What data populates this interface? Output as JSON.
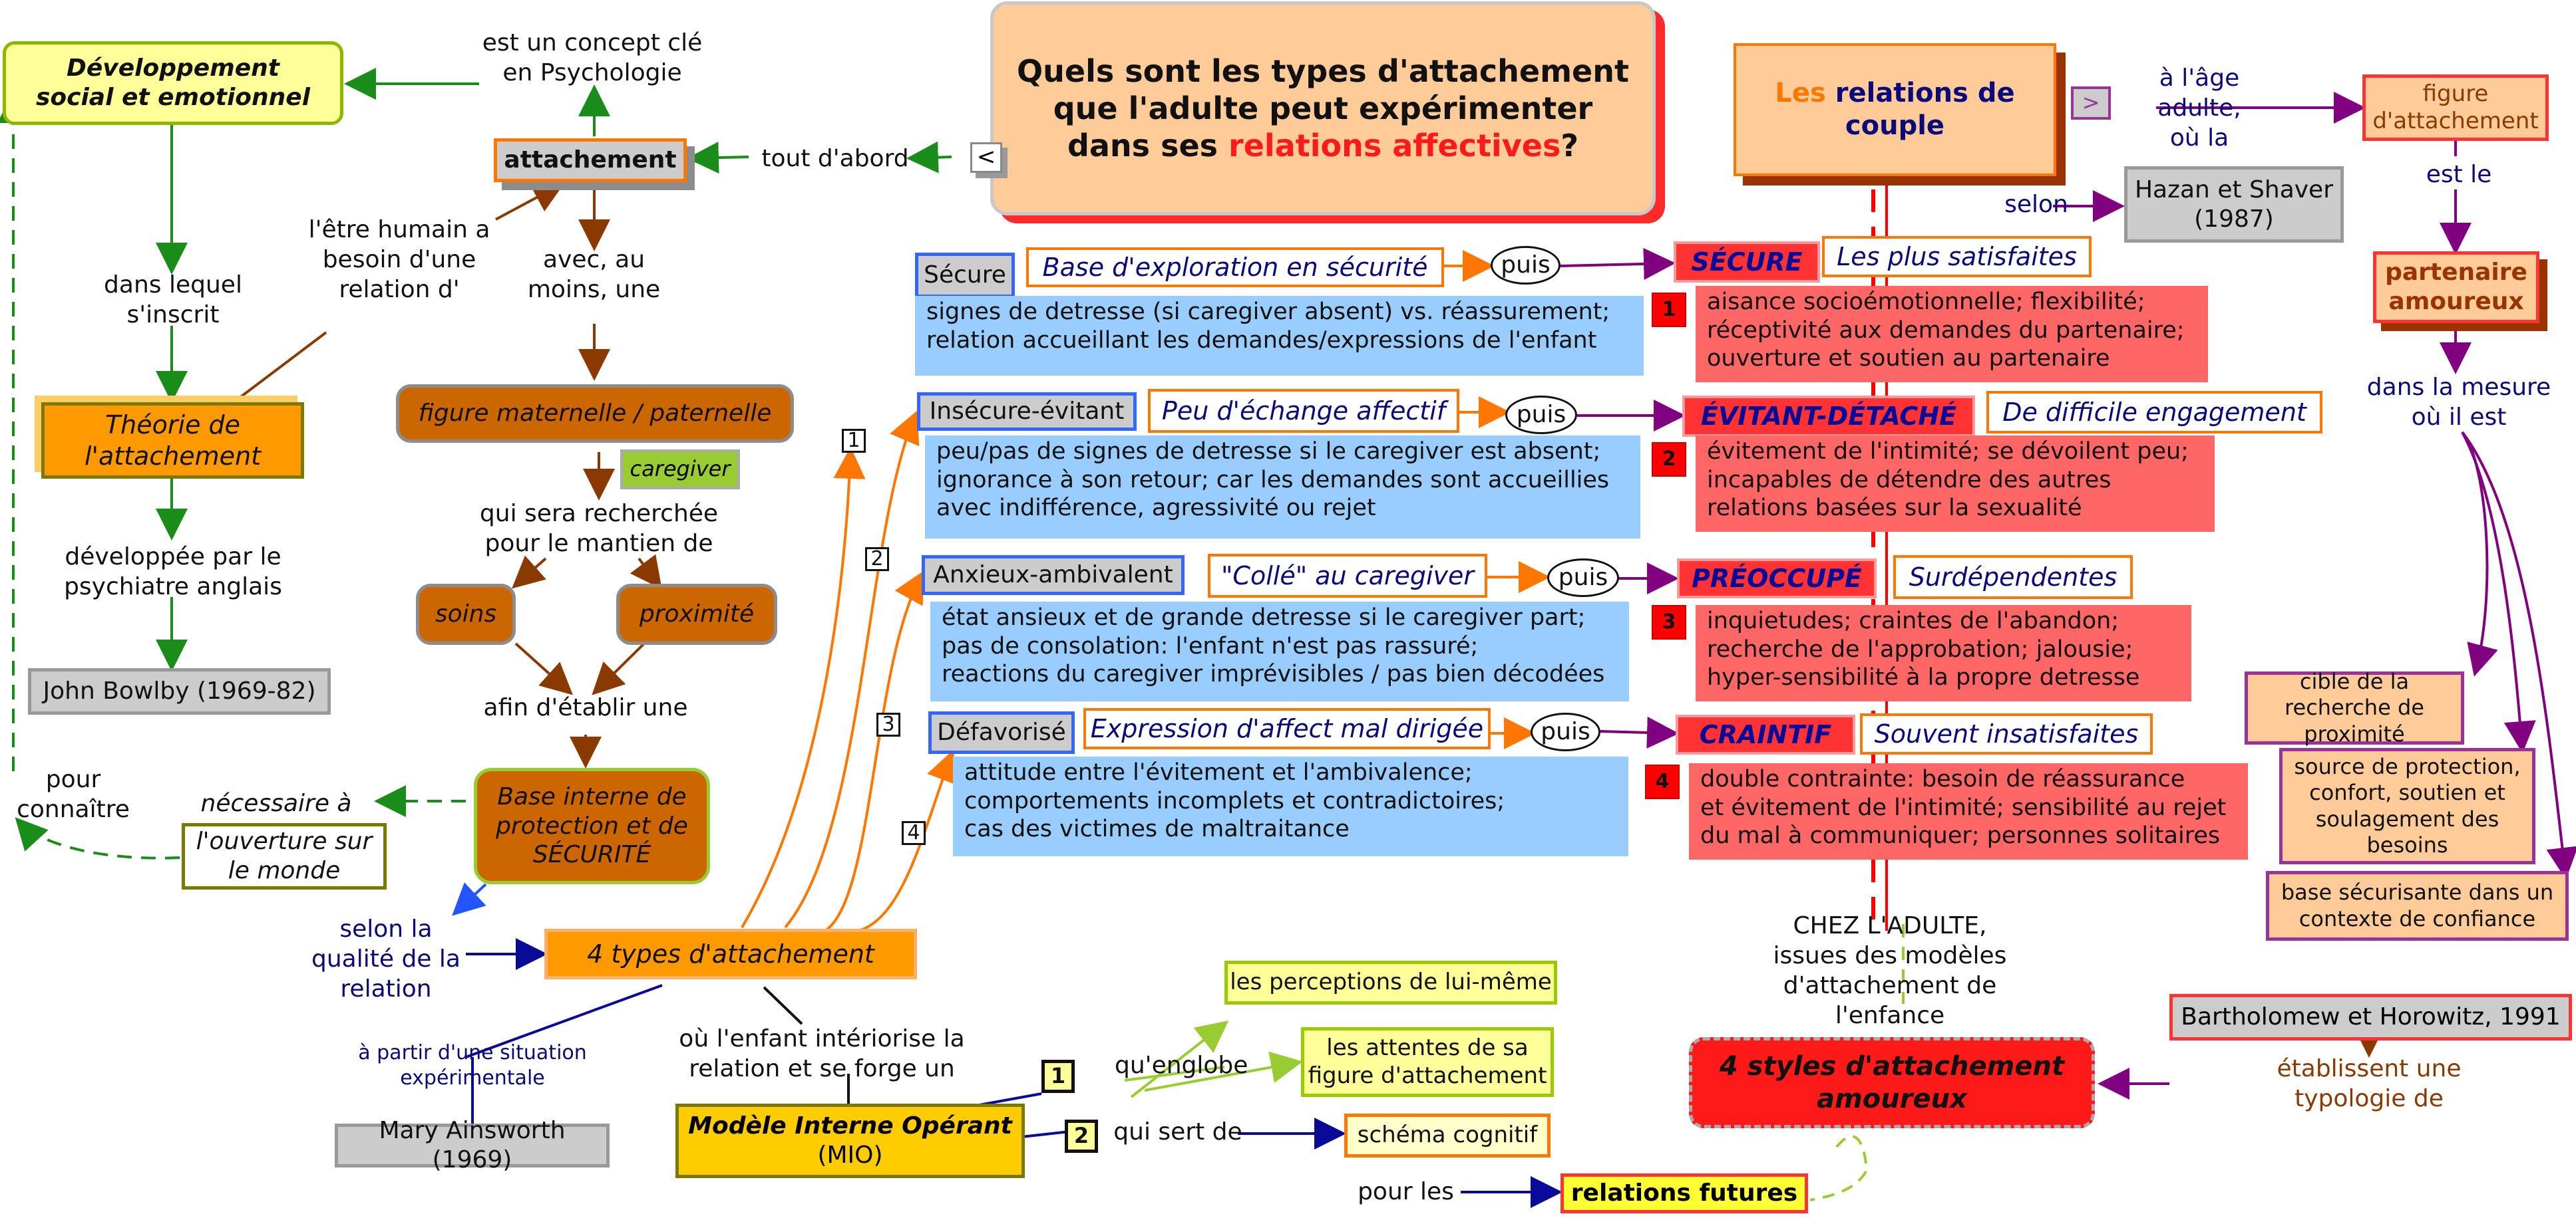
{
  "title": {
    "line1": "Quels sont les types d'attachement",
    "line2": "que l'adulte peut expérimenter",
    "line3a": "dans ses ",
    "line3b": "relations affectives",
    "line3c": "?"
  },
  "nodes": {
    "dev_social": "Développement social et emotionnel",
    "concept_cle": "est un concept clé en Psychologie",
    "attachement": "attachement",
    "tout_dabord": "tout d'abord",
    "lt_sign": "<",
    "etre_humain": "l'être humain a besoin d'une relation d'",
    "dans_lequel": "dans lequel s'inscrit",
    "theorie": "Théorie de l'attachement",
    "developpee": "développée par le psychiatre anglais",
    "bowlby": "John Bowlby (1969-82)",
    "avec_moins": "avec, au moins, une",
    "figure_mat": "figure maternelle / paternelle",
    "caregiver": "caregiver",
    "recherchee": "qui sera recherchée pour le mantien de",
    "soins": "soins",
    "proximite": "proximité",
    "afin": "afin d'établir une",
    "base_interne": "Base interne de protection et de SÉCURITÉ",
    "necessaire": "nécessaire à",
    "ouverture": "l'ouverture sur le monde",
    "pour_connaitre": "pour connaître",
    "selon_qualite": "selon la qualité de la relation",
    "quatre_types": "4 types d'attachement",
    "situation_exp": "à partir d'une situation expérimentale",
    "ainsworth": "Mary Ainsworth (1969)",
    "enfant_interiorise": "où l'enfant intériorise la relation et se forge un",
    "mio_a": "Modèle Interne Opérant",
    "mio_b": "(MIO)",
    "perceptions": "les perceptions de lui-même",
    "attentes": "les attentes de sa figure d'attachement",
    "quenglobe": "qu'englobe",
    "qui_sert": "qui sert de",
    "schema": "schéma cognitif",
    "pour_les": "pour les",
    "relations_futures": "relations futures",
    "relations_couple_a": "Les ",
    "relations_couple_b": "relations de couple",
    "gt_sign": ">",
    "age_adulte": "à l'âge adulte, où la",
    "figure_att": "figure d'attachement",
    "est_le": "est le",
    "partenaire": "partenaire amoureux",
    "selon": "selon",
    "hazan": "Hazan et Shaver (1987)",
    "dans_mesure": "dans la mesure où il est",
    "cible": "cible de la recherche de proximité",
    "source": "source de protection, confort, soutien et soulagement des besoins",
    "base_sec": "base sécurisante dans un contexte de confiance",
    "chez_adulte": "CHEZ L'ADULTE, issues des modèles d'attachement de l'enfance",
    "quatre_styles": "4 styles d'attachement amoureux",
    "bartholomew": "Bartholomew et Horowitz, 1991",
    "etablissent": "établissent une typologie de",
    "puis": "puis"
  },
  "types": [
    {
      "num": "1",
      "name": "Sécure",
      "desc": "Base d'exploration en sécurité",
      "info": [
        "signes de detresse (si caregiver absent) vs. réassurement;",
        "relation accueillant les demandes/expressions de l'enfant"
      ],
      "style": "SÉCURE",
      "style_desc": "Les plus satisfaites",
      "style_num": "1",
      "style_info": [
        "aisance socioémotionnelle; flexibilité;",
        "réceptivité aux demandes du partenaire;",
        "ouverture et soutien au partenaire"
      ]
    },
    {
      "num": "2",
      "name": "Insécure-évitant",
      "desc": "Peu d'échange affectif",
      "info": [
        "peu/pas de signes de detresse si le caregiver est absent;",
        "ignorance à son retour; car les demandes sont accueillies",
        "avec indifférence, agressivité ou rejet"
      ],
      "style": "ÉVITANT-DÉTACHÉ",
      "style_desc": "De difficile engagement",
      "style_num": "2",
      "style_info": [
        "évitement de l'intimité; se dévoilent peu;",
        "incapables de détendre des autres",
        "relations basées sur la sexualité"
      ]
    },
    {
      "num": "3",
      "name": "Anxieux-ambivalent",
      "desc": "\"Collé\" au caregiver",
      "info": [
        "état ansieux et de grande detresse si le caregiver part;",
        "pas de consolation: l'enfant n'est pas rassuré;",
        "reactions du caregiver imprévisibles / pas bien décodées"
      ],
      "style": "PRÉOCCUPÉ",
      "style_desc": "Surdépendentes",
      "style_num": "3",
      "style_info": [
        "inquietudes; craintes de l'abandon;",
        "recherche de l'approbation; jalousie;",
        "hyper-sensibilité à la propre detresse"
      ]
    },
    {
      "num": "4",
      "name": "Défavorisé",
      "desc": "Expression d'affect mal dirigée",
      "info": [
        "attitude entre l'évitement et l'ambivalence;",
        "comportements incomplets et contradictoires;",
        "cas des victimes de maltraitance"
      ],
      "style": "CRAINTIF",
      "style_desc": "Souvent insatisfaites",
      "style_num": "4",
      "style_info": [
        "double contrainte: besoin de réassurance",
        "et évitement de l'intimité; sensibilité au rejet",
        "du mal à communiquer; personnes solitaires"
      ]
    }
  ],
  "mio_nums": [
    "1",
    "2"
  ],
  "colors": {
    "green": "#1a8c1a",
    "brown": "#8a3a00",
    "orange": "#ff7700",
    "purple": "#800080",
    "navy": "#0a0a7a",
    "red": "#ff0000",
    "lime": "#99cc33"
  }
}
